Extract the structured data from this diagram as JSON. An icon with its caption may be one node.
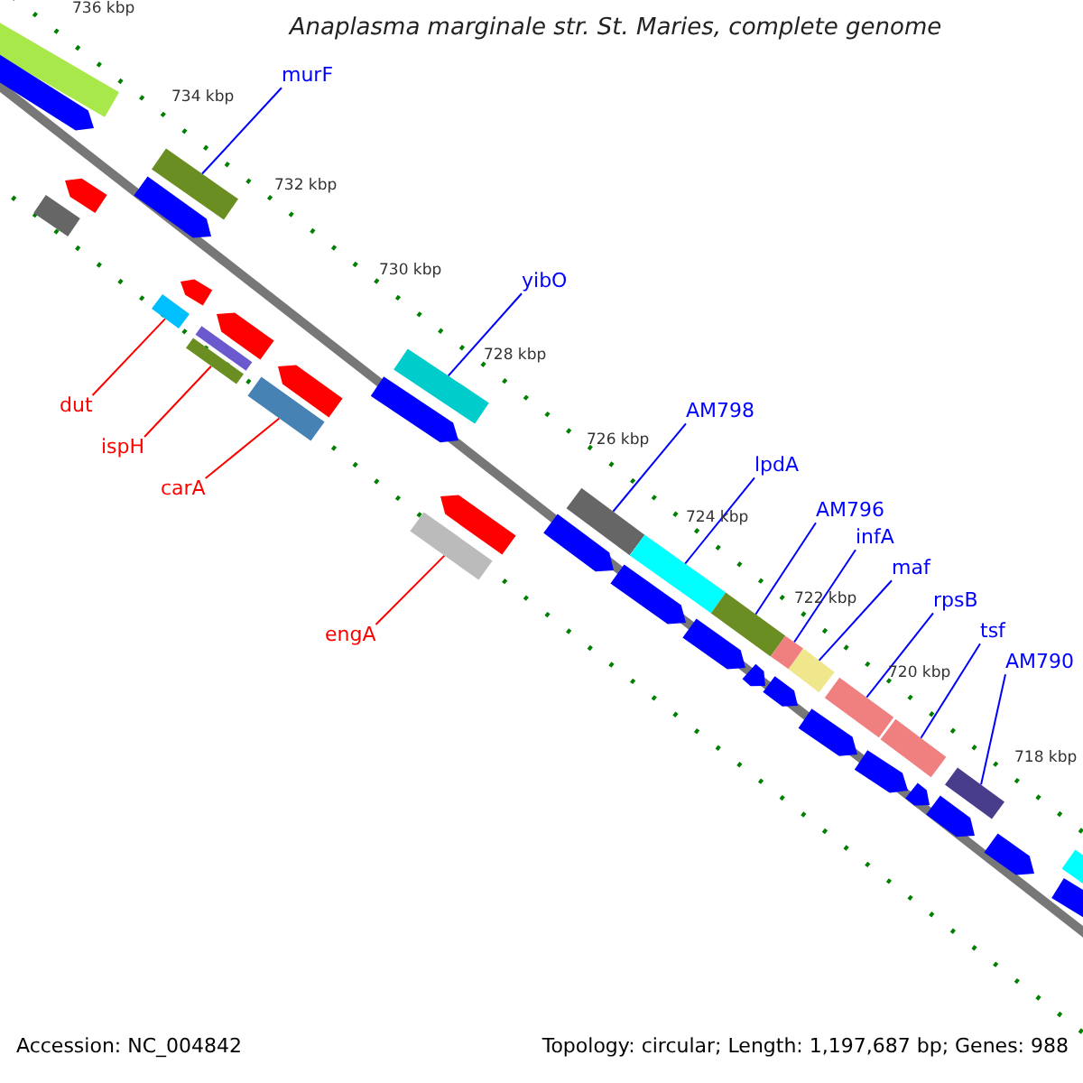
{
  "diagram": {
    "title": "Anaplasma marginale str. St. Maries, complete genome",
    "nodes": [
      {
        "text": [
          "murF"
        ]
      },
      {
        "text": [
          "yibO"
        ]
      },
      {
        "text": [
          "AM798"
        ]
      },
      {
        "text": [
          "lpdA"
        ]
      },
      {
        "text": [
          "AM796"
        ]
      },
      {
        "text": [
          "infA"
        ]
      },
      {
        "text": [
          "maf"
        ]
      },
      {
        "text": [
          "rpsB"
        ]
      },
      {
        "text": [
          "tsf"
        ]
      },
      {
        "text": [
          "AM790"
        ]
      },
      {
        "text": [
          "dut"
        ]
      },
      {
        "text": [
          "ispH"
        ]
      },
      {
        "text": [
          "carA"
        ]
      },
      {
        "text": [
          "engA"
        ]
      },
      {
        "text": [],
        "shape": "bar"
      },
      {
        "text": [],
        "shape": "bar"
      },
      {
        "text": [],
        "shape": "bar"
      },
      {
        "text": [],
        "shape": "bar"
      },
      {
        "text": [],
        "shape": "bar"
      },
      {
        "text": [],
        "shape": "bar"
      },
      {
        "text": [],
        "shape": "bar"
      },
      {
        "text": [],
        "shape": "bar"
      },
      {
        "text": [],
        "shape": "bar"
      },
      {
        "text": [],
        "shape": "bar"
      },
      {
        "text": [],
        "shape": "bar"
      },
      {
        "text": [],
        "shape": "bar"
      },
      {
        "text": [],
        "shape": "bar"
      },
      {
        "text": [],
        "shape": "bar"
      }
    ],
    "edges": [
      {
        "from": 0,
        "to": 15,
        "arrow": "none"
      },
      {
        "from": 1,
        "to": 18,
        "arrow": "none"
      },
      {
        "from": 2,
        "to": 20,
        "arrow": "none"
      },
      {
        "from": 3,
        "to": 21,
        "arrow": "none"
      },
      {
        "from": 4,
        "to": 22,
        "arrow": "none"
      },
      {
        "from": 5,
        "to": 23,
        "arrow": "none"
      },
      {
        "from": 6,
        "to": 24,
        "arrow": "none"
      },
      {
        "from": 7,
        "to": 25,
        "arrow": "none"
      },
      {
        "from": 8,
        "to": 26,
        "arrow": "none"
      },
      {
        "from": 9,
        "to": 27,
        "arrow": "none"
      },
      {
        "from": 10,
        "to": 14,
        "arrow": "none",
        "color": "#ff0000"
      },
      {
        "from": 11,
        "to": 16,
        "arrow": "none",
        "color": "#ff0000"
      },
      {
        "from": 12,
        "to": 17,
        "arrow": "none",
        "color": "#ff0000"
      },
      {
        "from": 13,
        "to": 19,
        "arrow": "none",
        "color": "#ff0000"
      }
    ],
    "labels": [
      "736 kbp",
      "734 kbp",
      "732 kbp",
      "730 kbp",
      "728 kbp",
      "726 kbp",
      "724 kbp",
      "722 kbp",
      "720 kbp",
      "718 kbp",
      "Accession: NC_004842",
      "Topology: circular; Length: 1,197,687 bp; Genes: 988"
    ]
  }
}
